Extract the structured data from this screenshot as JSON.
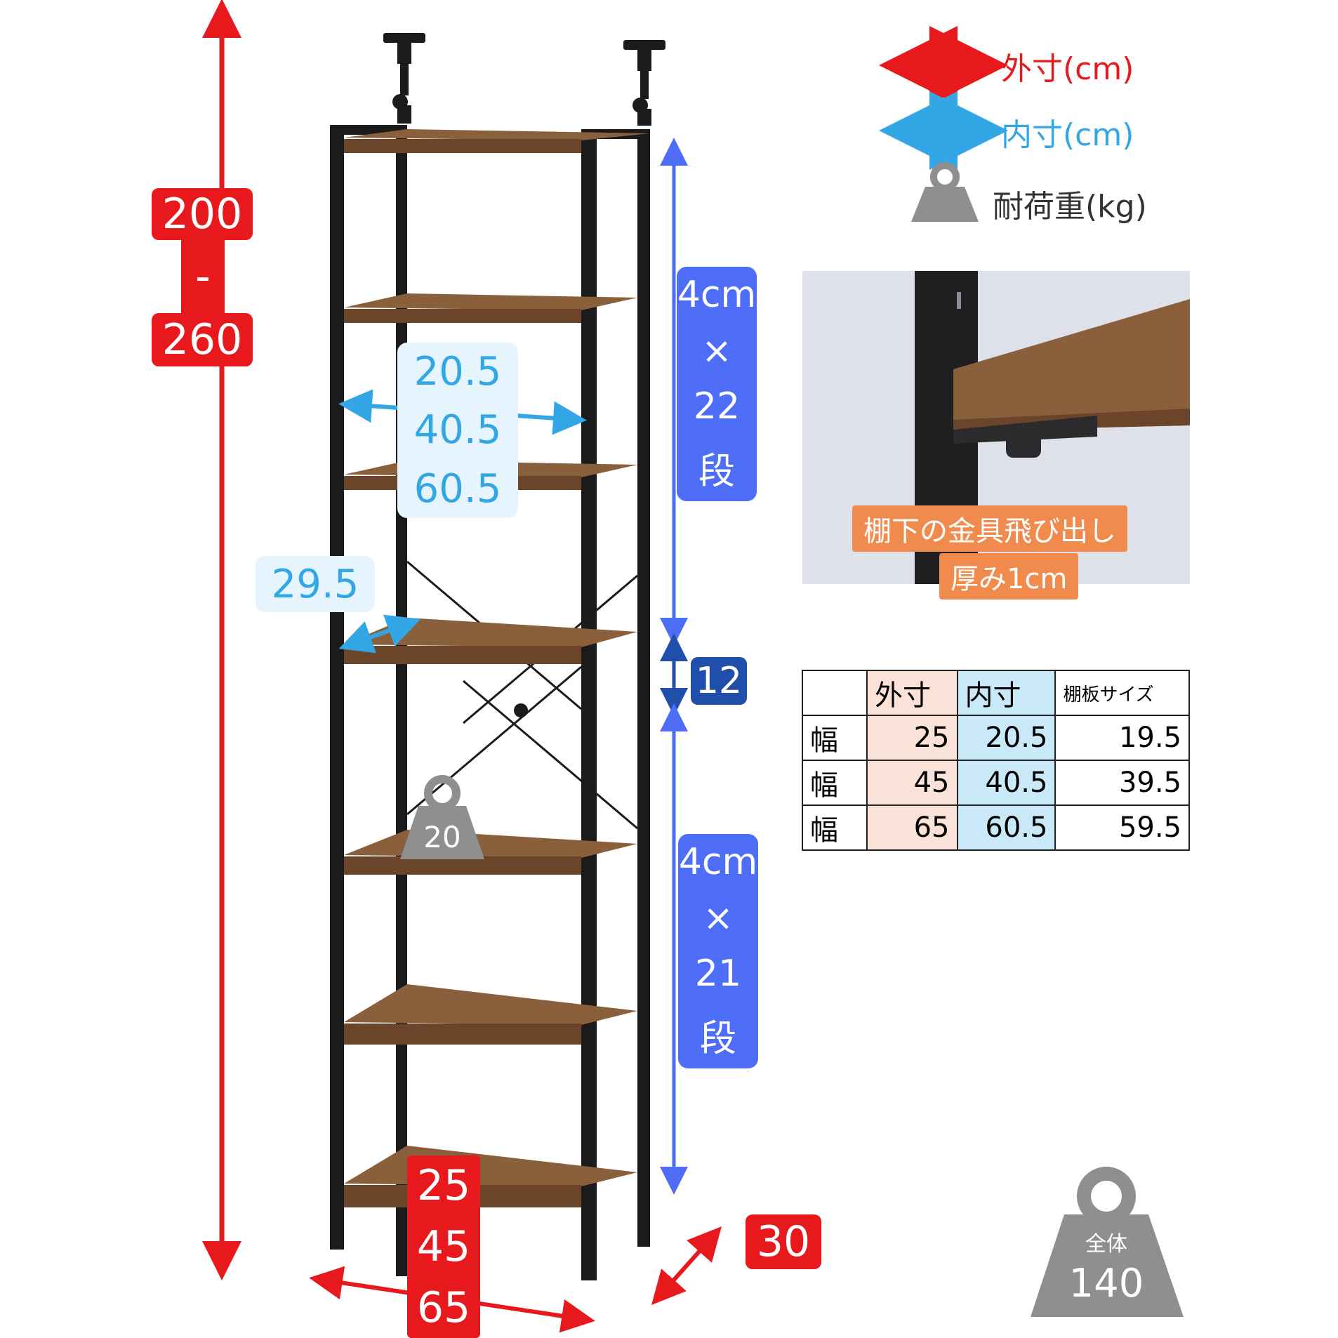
{
  "legend": {
    "outer": "外寸(cm)",
    "inner": "内寸(cm)",
    "load": "耐荷重(kg)"
  },
  "height_label": {
    "min": "200",
    "sep": "-",
    "max": "260"
  },
  "inner_width_values": [
    "20.5",
    "40.5",
    "60.5"
  ],
  "inner_depth_value": "29.5",
  "upper_pitch": {
    "pitch": "4cm",
    "times": "×",
    "count": "22",
    "unit": "段"
  },
  "lower_pitch": {
    "pitch": "4cm",
    "times": "×",
    "count": "21",
    "unit": "段"
  },
  "fixed_gap": "12",
  "shelf_load": "20",
  "outer_width_values": [
    "25",
    "45",
    "65"
  ],
  "outer_depth_value": "30",
  "total_load": {
    "label": "全体",
    "value": "140"
  },
  "photo_caption": {
    "line1": "棚下の金具飛び出し",
    "line2": "厚み1cm"
  },
  "table": {
    "headers": [
      "",
      "外寸",
      "内寸",
      "棚板サイズ"
    ],
    "rows": [
      [
        "幅",
        "25",
        "20.5",
        "19.5"
      ],
      [
        "幅",
        "45",
        "40.5",
        "39.5"
      ],
      [
        "幅",
        "65",
        "60.5",
        "59.5"
      ]
    ]
  },
  "colors": {
    "outer": "#e8191d",
    "inner": "#33a6e6",
    "pitch": "#4f6ef7",
    "fixed": "#1f4faa",
    "weight": "#8f8f8f",
    "frame": "#1b1b1b",
    "wood": "#8a5f3c",
    "caption": "#f18b4d"
  }
}
